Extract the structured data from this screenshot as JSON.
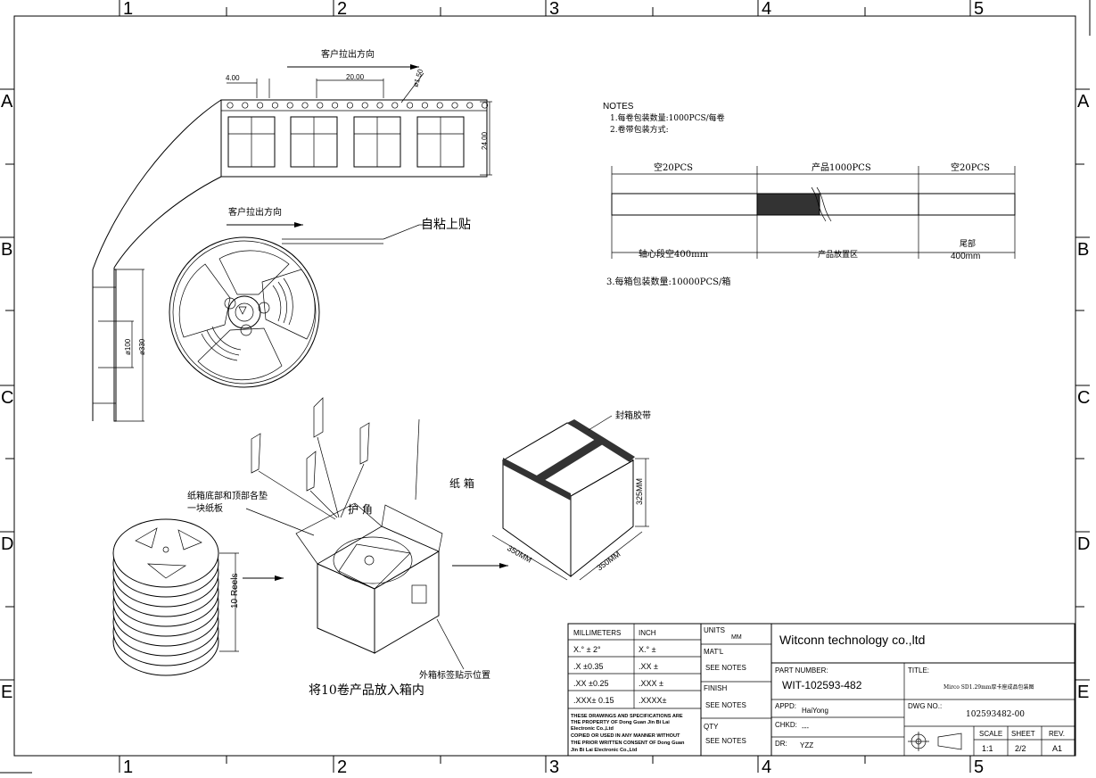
{
  "border": {
    "columns": [
      "1",
      "2",
      "3",
      "4",
      "5"
    ],
    "rows": [
      "A",
      "B",
      "C",
      "D",
      "E"
    ]
  },
  "tape_view": {
    "pull_direction": "客户拉出方向",
    "pitch_4": "4.00",
    "pitch_20": "20.00",
    "hole_dia": "ø1.50",
    "tape_width": "24.00"
  },
  "reel_view": {
    "pull_direction": "客户拉出方向",
    "adhesive_label": "自粘上贴",
    "hub_dia": "ø100",
    "reel_dia": "ø330"
  },
  "notes": {
    "heading": "NOTES",
    "note1": "1.每卷包装数量:1000PCS/每卷",
    "note2": "2.卷带包装方式:",
    "note3": "3.每箱包装数量:10000PCS/箱",
    "seg_left_top": "空20PCS",
    "seg_mid_top": "产品1000PCS",
    "seg_right_top": "空20PCS",
    "seg_left_bottom": "轴心段空400mm",
    "seg_mid_bottom": "产品放置区",
    "seg_right_bottom_1": "尾部",
    "seg_right_bottom_2": "400mm"
  },
  "packing": {
    "stack_label": "10 Reels",
    "stack_caption": "将10卷产品放入箱内",
    "board_label_1": "纸箱底部和顶部各垫",
    "board_label_2": "一块纸板",
    "corner_label": "护  角",
    "carton_label": "纸  箱",
    "label_position": "外箱标签贴示位置",
    "tape_label": "封箱胶带",
    "dim_height": "325MM",
    "dim_width_1": "350MM",
    "dim_width_2": "350MM"
  },
  "title_block": {
    "millimeters": "MILLIMETERS",
    "inch": "INCH",
    "tol_rows": [
      {
        "mm": "X.°  ± 2°",
        "in": "X.°    ±"
      },
      {
        "mm": ".X   ±0.35",
        "in": ".XX    ±"
      },
      {
        "mm": ".XX ±0.25",
        "in": ".XXX  ±"
      },
      {
        "mm": ".XXX± 0.15",
        "in": ".XXXX±"
      }
    ],
    "disclaimer": [
      "THESE DRAWINGS AND SPECIFICATIONS ARE",
      "THE PROPERTY OF Dong Guan Jin Bi Lai",
      "  Electronic Co.,Ltd",
      "COPIED OR USED IN ANY MANNER WITHOUT",
      "THE PRIOR WRITTEN CONSENT OF Dong Guan",
      "Jin Bi Lai  Electronic Co.,Ltd"
    ],
    "units_label": "UNITS",
    "units_value": "MM",
    "matl_label": "MAT'L",
    "matl_value": "SEE NOTES",
    "finish_label": "FINISH",
    "finish_value": "SEE NOTES",
    "qty_label": "QTY",
    "qty_value": "SEE NOTES",
    "company": "Witconn technology co.,ltd",
    "part_number_label": "PART NUMBER:",
    "part_number": "WIT-102593-482",
    "title_label": "TITLE:",
    "title": "Mirco SD1.29mm厚卡座成品包装图",
    "appd_label": "APPD:",
    "appd": "HaiYong",
    "chkd_label": "CHKD:",
    "chkd": "---",
    "dr_label": "DR:",
    "dr": "YZZ",
    "dwg_label": "DWG NO.:",
    "dwg": "102593482-00",
    "scale_label": "SCALE",
    "scale": "1:1",
    "sheet_label": "SHEET",
    "sheet": "2/2",
    "rev_label": "REV.",
    "rev": "A1"
  }
}
